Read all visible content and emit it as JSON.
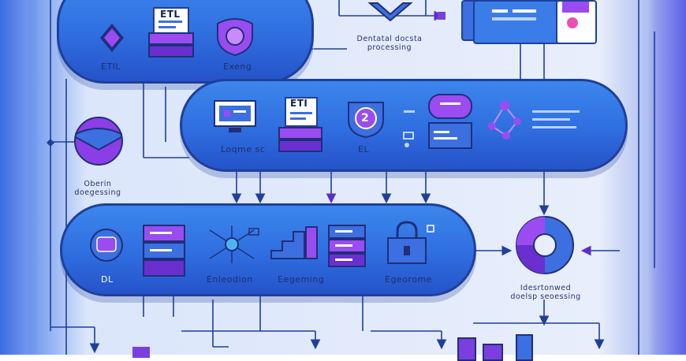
{
  "labels": {
    "top_left": "ETIL",
    "top_mid_card": "ETL",
    "top_right": "Exeng",
    "top_caption_1": "Dentatal docsta",
    "top_caption_2": "processing",
    "mid_1": "Loqme sc",
    "mid_card": "ETI",
    "mid_3": "EL",
    "mid_badge": "2",
    "left_side_1": "Oberin",
    "left_side_2": "doegessing",
    "bot_1": "DL",
    "bot_2": "Enleodion",
    "bot_3": "Eegeming",
    "bot_4": "Egeorome",
    "right_side_1": "Idesrtonwed",
    "right_side_2": "doelsp seoessing"
  },
  "colors": {
    "pill_blue": "#2f6ee0",
    "outline_navy": "#1f3f9a",
    "accent_purple": "#7b3fe0",
    "accent_cyan": "#4fb3f0"
  }
}
